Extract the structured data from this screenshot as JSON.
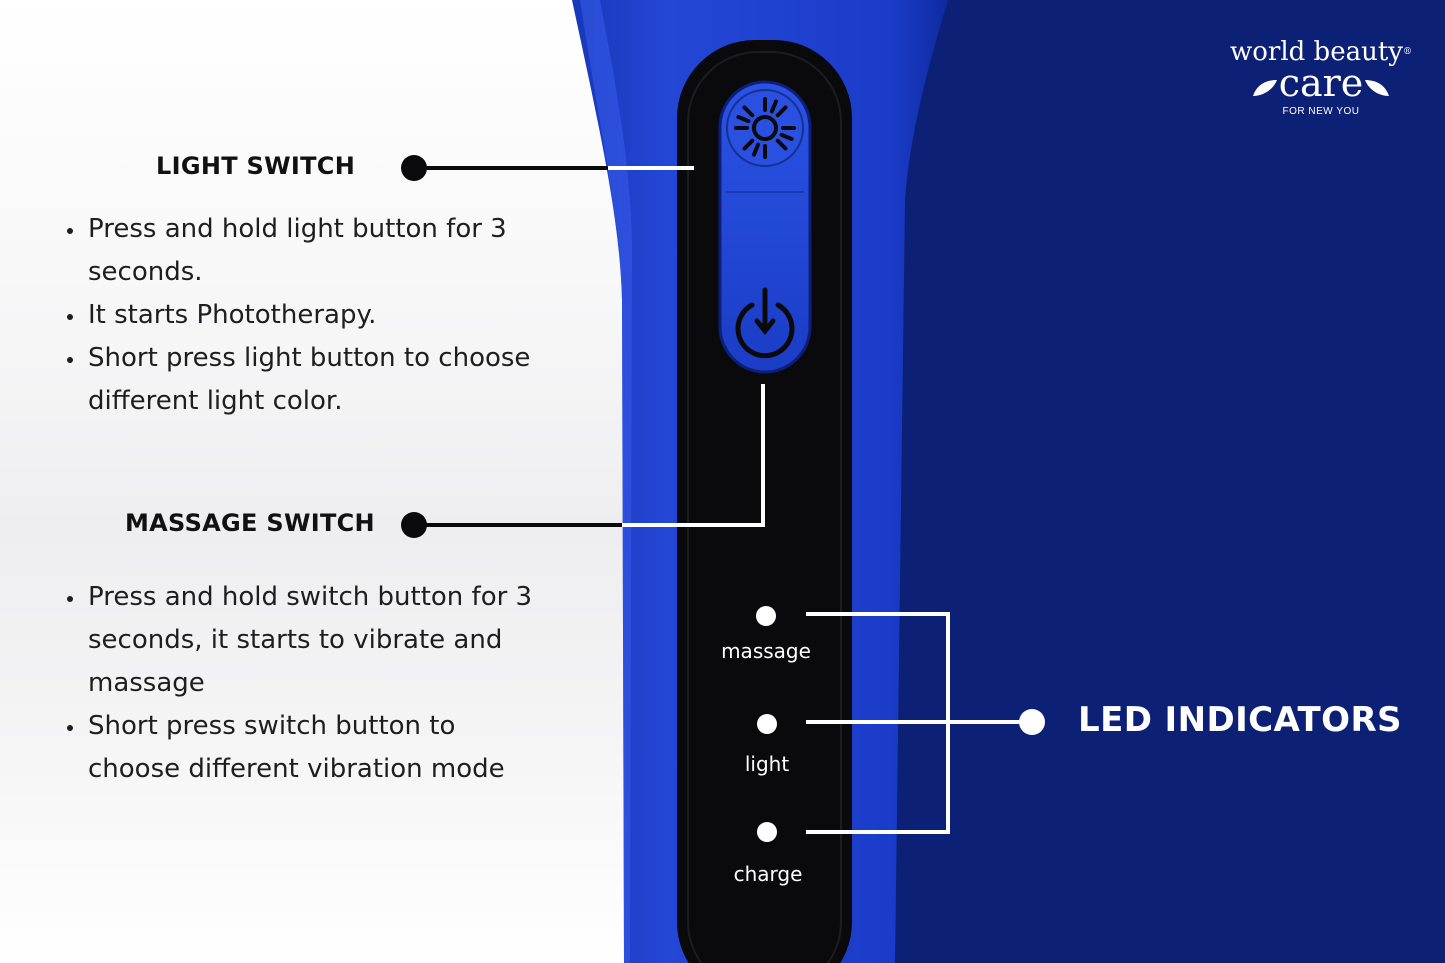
{
  "brand": {
    "name_line1": "world beauty",
    "name_line2": "care",
    "registered_mark": "®",
    "tagline": "FOR NEW YOU"
  },
  "light_switch": {
    "heading": "LIGHT SWITCH",
    "bullets": [
      "Press and hold light button for 3 seconds.",
      "It starts Phototherapy.",
      "Short press light button to choose different light color."
    ]
  },
  "massage_switch": {
    "heading": "MASSAGE SWITCH",
    "bullets": [
      "Press and hold switch button for 3 seconds, it starts to vibrate and massage",
      "Short press switch button to choose different vibration mode"
    ]
  },
  "led_indicators": {
    "heading": "LED INDICATORS",
    "labels": [
      "massage",
      "light",
      "charge"
    ]
  },
  "colors": {
    "device_blue": "#1a3ac4",
    "panel_black": "#0a0a0c",
    "background_navy": "#0c2175",
    "text_dark": "#111111"
  }
}
